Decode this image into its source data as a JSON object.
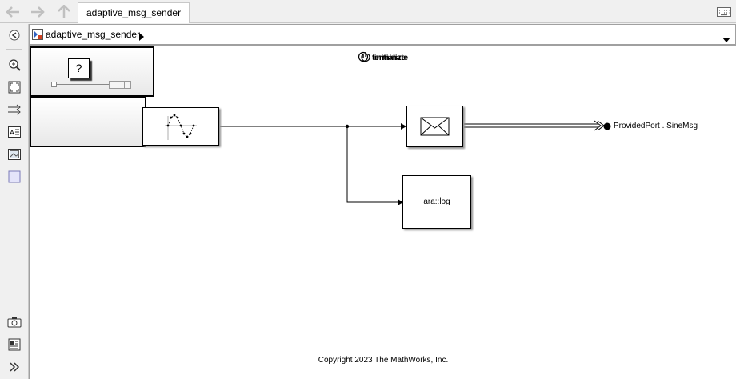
{
  "tab": {
    "label": "adaptive_msg_sender"
  },
  "breadcrumb": {
    "model_name": "adaptive_msg_sender"
  },
  "canvas": {
    "help_block_label": "?",
    "log_block_label": "ara::log",
    "initialize_label": "initialize",
    "terminate_label": "terminate",
    "port_label": "ProvidedPort . SineMsg",
    "copyright": "Copyright 2023 The MathWorks, Inc."
  },
  "icons": {
    "back": "arrow-left-icon",
    "forward": "arrow-right-icon",
    "up": "arrow-up-icon",
    "keyboard": "keyboard-icon",
    "model": "model-icon",
    "zoom": "zoom-in-icon",
    "fit": "fit-to-view-icon",
    "signals": "route-lines-icon",
    "annotation": "annotation-icon",
    "image": "image-icon",
    "area": "area-icon",
    "screenshot": "camera-icon",
    "report": "report-icon",
    "expand": "chevron-double-right-icon"
  }
}
